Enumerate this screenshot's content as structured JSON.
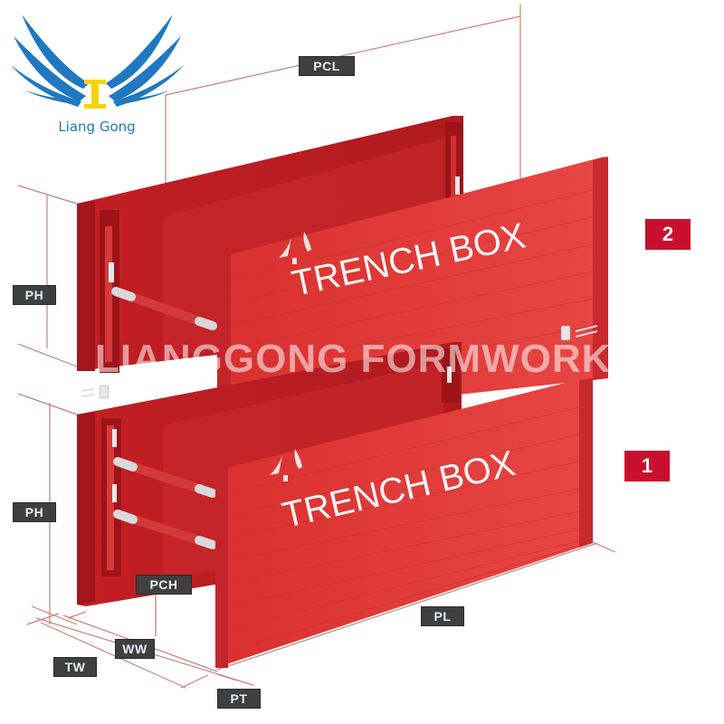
{
  "brand": {
    "name": "Liang Gong",
    "logo_icon": "wings-logo-icon",
    "colors": {
      "wing_blue": "#1f78c1",
      "emblem_yellow": "#f5d312"
    }
  },
  "diagram": {
    "title_on_panels": "TRENCH BOX",
    "watermark": "LIANGGONG FORMWORK",
    "colors": {
      "panel_red": "#e03a38",
      "panel_dark": "#b81d22",
      "dimension_line": "#c98080",
      "label_bg": "#3f3f3f",
      "badge_red": "#c8102e"
    },
    "levels": [
      {
        "id": "level-2",
        "badge": "2",
        "panel_text": "TRENCH BOX"
      },
      {
        "id": "level-1",
        "badge": "1",
        "panel_text": "TRENCH BOX"
      }
    ],
    "dimension_labels": {
      "pcl": "PCL",
      "ph_top": "PH",
      "ph_bottom": "PH",
      "pch": "PCH",
      "ww": "WW",
      "tw": "TW",
      "pt": "PT",
      "pl": "PL"
    }
  }
}
